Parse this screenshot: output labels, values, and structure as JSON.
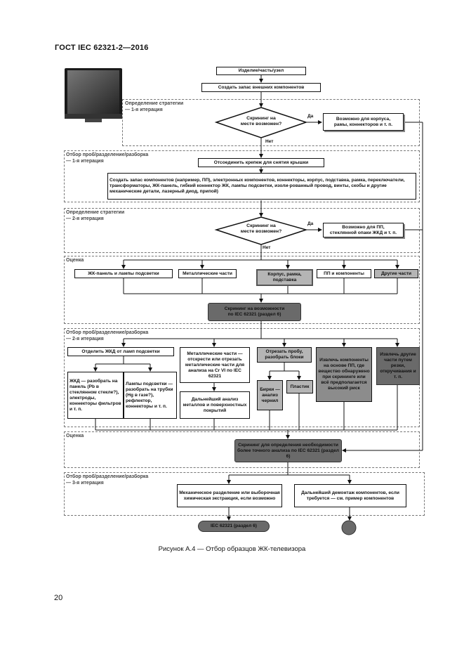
{
  "header": "ГОСТ IEC 62321-2—2016",
  "page_number": "20",
  "caption": "Рисунок А.4 — Отбор образцов ЖК-телевизора",
  "tv_image": "lcd-tv-photo",
  "zones": {
    "z1": "Определение стратегии\n— 1-я итерация",
    "z2": "Отбор проб/разделение/разборка\n— 1-я итерация",
    "z3": "Определение стратегии\n— 2-я итерация",
    "z4": "Оценка",
    "z5": "Отбор проб/разделение/разборка\n— 2-я итерация",
    "z6": "Оценка",
    "z7": "Отбор проб/разделение/разборка\n— 3-я итерация"
  },
  "nodes": {
    "start": "Изделие/часть/узел",
    "record1": "Создать запас внешних компонентов",
    "q1": "Скрининг на\nместе возможен?",
    "yes1": "Да",
    "no1": "Нет",
    "yes1_box": "Возможно для корпуса,\nрамы, коннекторов и т. п.",
    "detach": "Отсоединить крепеж для снятия крышки",
    "record2": "Создать запас компонентов (например, ПП), электронных компонентов, коннекторы, корпус, подставка, рамка, переключатели, трансформаторы, ЖК-панель, гибкий коннектор ЖК, лампы подсветки, изоли-рованный провод, винты, скобы и другие механические детали, лазерный диод, припой)",
    "q2": "Скрининг на\nместе возможен?",
    "yes2": "Да",
    "no2": "Нет",
    "yes2_box": "Возможно для ПП,\nстеклянной опаки ЖКД и т. п.",
    "eval_lcd": "ЖК-панель и лампы подсветки",
    "eval_metal": "Металлические части",
    "eval_case": "Корпус, рамка,\nподставка",
    "eval_pcb": "ПП и компоненты",
    "eval_other": "Другие части",
    "screen_iec": "Скрининг на возможности\nпо IEC 62321 (раздел 6)",
    "sep_lcd": "Отделить ЖКД от ламп подсветки",
    "lcd_disassemble": "ЖКД — разобрать на панель (Pb в стеклянном стекле?), электроды, коннекторы фильтров и т. п.",
    "lamps": "Лампы подсветки — разобрать на трубки (Hg в газе?), рефлектор, коннекторы и т. п.",
    "metal_parts": "Металлические части — отскрести или отрезать металлические части для анализа на Cr VI по IEC 62321",
    "metal_further": "Дальнейший анализ металлов и поверхностных покрытий",
    "sample_cut": "Отрезать пробу, разобрать блоки",
    "paint": "Бирки — анализ чернил",
    "plastics": "Пластик",
    "extract_components": "Извлечь компоненты на основе ПП, где вещество обнаружено при скрининге или всё предполагается высокий риск",
    "extract_other": "Извлечь другие части путем резки, откручивания и т. п.",
    "screen_limit": "Скрининг для определения необходимости более точного анализа по IEC 62321 (раздел 6)",
    "mech_sep": "Механическое разделение или выборочная химическая экстракция, если возможно",
    "further_dis": "Дальнейший демонтаж компонентов, если требуется — см. пример компонентов",
    "end_iec": "IEC 62321 (раздел 6)"
  }
}
